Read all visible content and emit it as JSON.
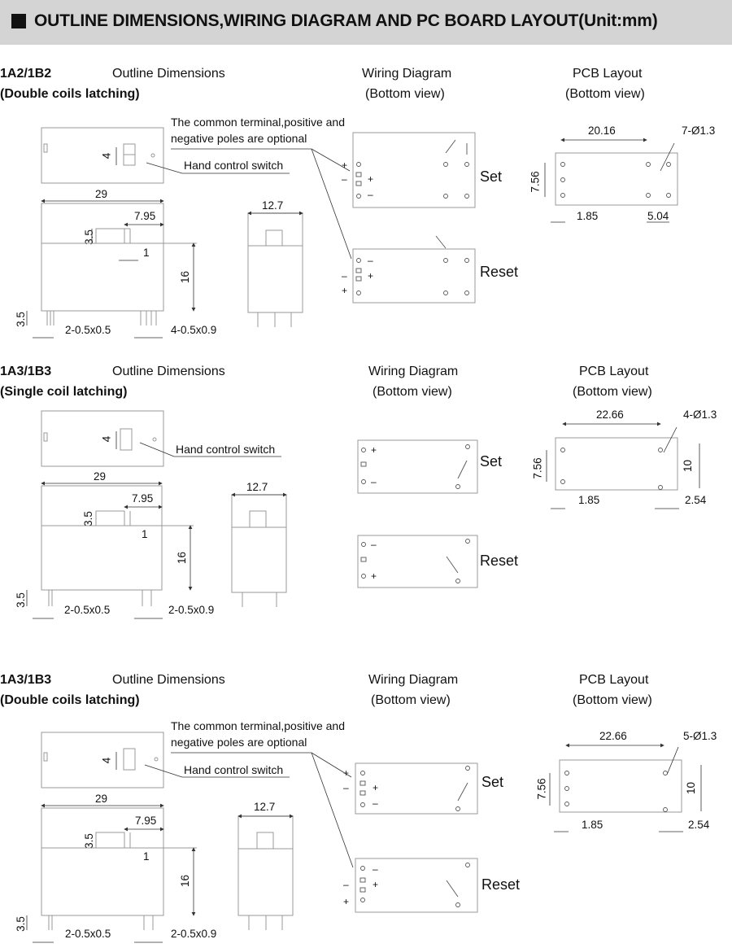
{
  "header": {
    "title": "OUTLINE DIMENSIONS,WIRING DIAGRAM AND PC BOARD LAYOUT(Unit:mm)"
  },
  "blocks": [
    {
      "model": "1A2/1B2",
      "type": "(Double coils latching)",
      "outline_title": "Outline Dimensions",
      "wiring_title": "Wiring Diagram",
      "wiring_sub": "(Bottom view)",
      "pcb_title": "PCB Layout",
      "pcb_sub": "(Bottom view)",
      "note1": "The common terminal,positive and",
      "note2": "negative poles are optional",
      "hand": "Hand control switch",
      "dims": {
        "side": "4",
        "width": "29",
        "d795": "7.95",
        "d35a": "3.5",
        "d1": "1",
        "height": "16",
        "pin": "3.5",
        "pins_left": "2-0.5x0.5",
        "pins_right": "4-0.5x0.9",
        "depth": "12.7"
      },
      "set": "Set",
      "reset": "Reset",
      "pcb": {
        "len": "20.16",
        "holes": "7-Ø1.3",
        "pitch": "7.56",
        "left": "1.85",
        "right": "5.04"
      }
    },
    {
      "model": "1A3/1B3",
      "type": "(Single coil latching)",
      "outline_title": "Outline Dimensions",
      "wiring_title": "Wiring Diagram",
      "wiring_sub": "(Bottom view)",
      "pcb_title": "PCB Layout",
      "pcb_sub": "(Bottom view)",
      "hand": "Hand control switch",
      "dims": {
        "side": "4",
        "width": "29",
        "d795": "7.95",
        "d35a": "3.5",
        "d1": "1",
        "height": "16",
        "pin": "3.5",
        "pins_left": "2-0.5x0.5",
        "pins_right": "2-0.5x0.9",
        "depth": "12.7"
      },
      "set": "Set",
      "reset": "Reset",
      "pcb": {
        "len": "22.66",
        "holes": "4-Ø1.3",
        "pitch": "7.56",
        "h10": "10",
        "left": "1.85",
        "right": "2.54"
      }
    },
    {
      "model": "1A3/1B3",
      "type": "(Double coils latching)",
      "outline_title": "Outline Dimensions",
      "wiring_title": "Wiring Diagram",
      "wiring_sub": "(Bottom view)",
      "pcb_title": "PCB Layout",
      "pcb_sub": "(Bottom view)",
      "note1": "The common terminal,positive and",
      "note2": "negative poles are optional",
      "hand": "Hand control switch",
      "dims": {
        "side": "4",
        "width": "29",
        "d795": "7.95",
        "d35a": "3.5",
        "d1": "1",
        "height": "16",
        "pin": "3.5",
        "pins_left": "2-0.5x0.5",
        "pins_right": "2-0.5x0.9",
        "depth": "12.7"
      },
      "set": "Set",
      "reset": "Reset",
      "pcb": {
        "len": "22.66",
        "holes": "5-Ø1.3",
        "pitch": "7.56",
        "h10": "10",
        "left": "1.85",
        "right": "2.54"
      }
    }
  ],
  "symbols": {
    "plus": "+",
    "minus": "–"
  }
}
